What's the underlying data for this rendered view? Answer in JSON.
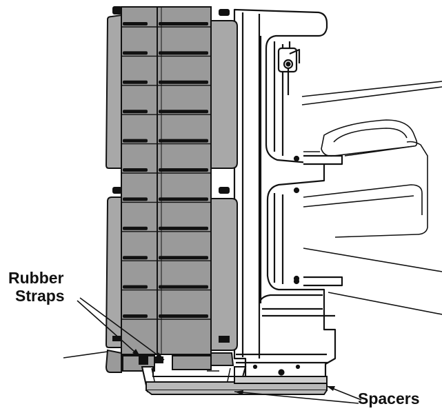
{
  "figure": {
    "labels": {
      "rubber_straps_line1": "Rubber",
      "rubber_straps_line2": "Straps",
      "spacers": "Spacers"
    },
    "colors": {
      "panel_fill": "#9a9a9a",
      "panel_fill_light": "#a6a6a6",
      "spacer_fill": "#b9b9b9",
      "outline": "#111111",
      "background": "#ffffff"
    },
    "strap_rows": 11,
    "straps_per_row": 2
  }
}
